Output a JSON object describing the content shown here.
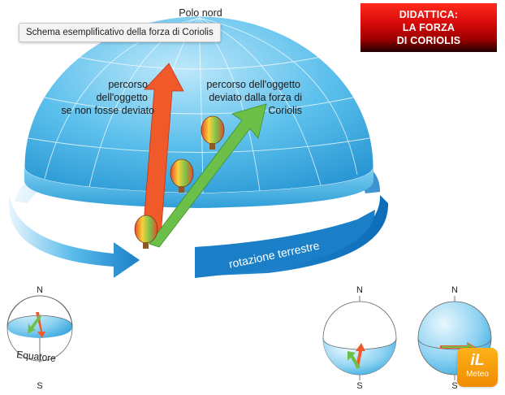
{
  "tooltip": "Schema esemplificativo della forza di Coriolis",
  "banner": {
    "line1": "DIDATTICA:",
    "line2": "LA FORZA",
    "line3": "DI CORIOLIS"
  },
  "labels": {
    "pole": "Polo nord",
    "undeviated": [
      "percorso",
      "dell'oggetto",
      "se non fosse deviato"
    ],
    "deviated": [
      "percorso dell'oggetto",
      "deviato dalla forza di",
      "Coriolis"
    ],
    "rotation": "rotazione terrestre",
    "equator": "Equatore",
    "north": "N",
    "south": "S"
  },
  "logo": {
    "big": "iL",
    "small": "Meteo"
  },
  "colors": {
    "red_arrow": "#f05a2a",
    "green_arrow": "#6cc04a",
    "dome": "#3fb2e6",
    "banner": "#d80a0a",
    "logo": "#f59a00"
  }
}
